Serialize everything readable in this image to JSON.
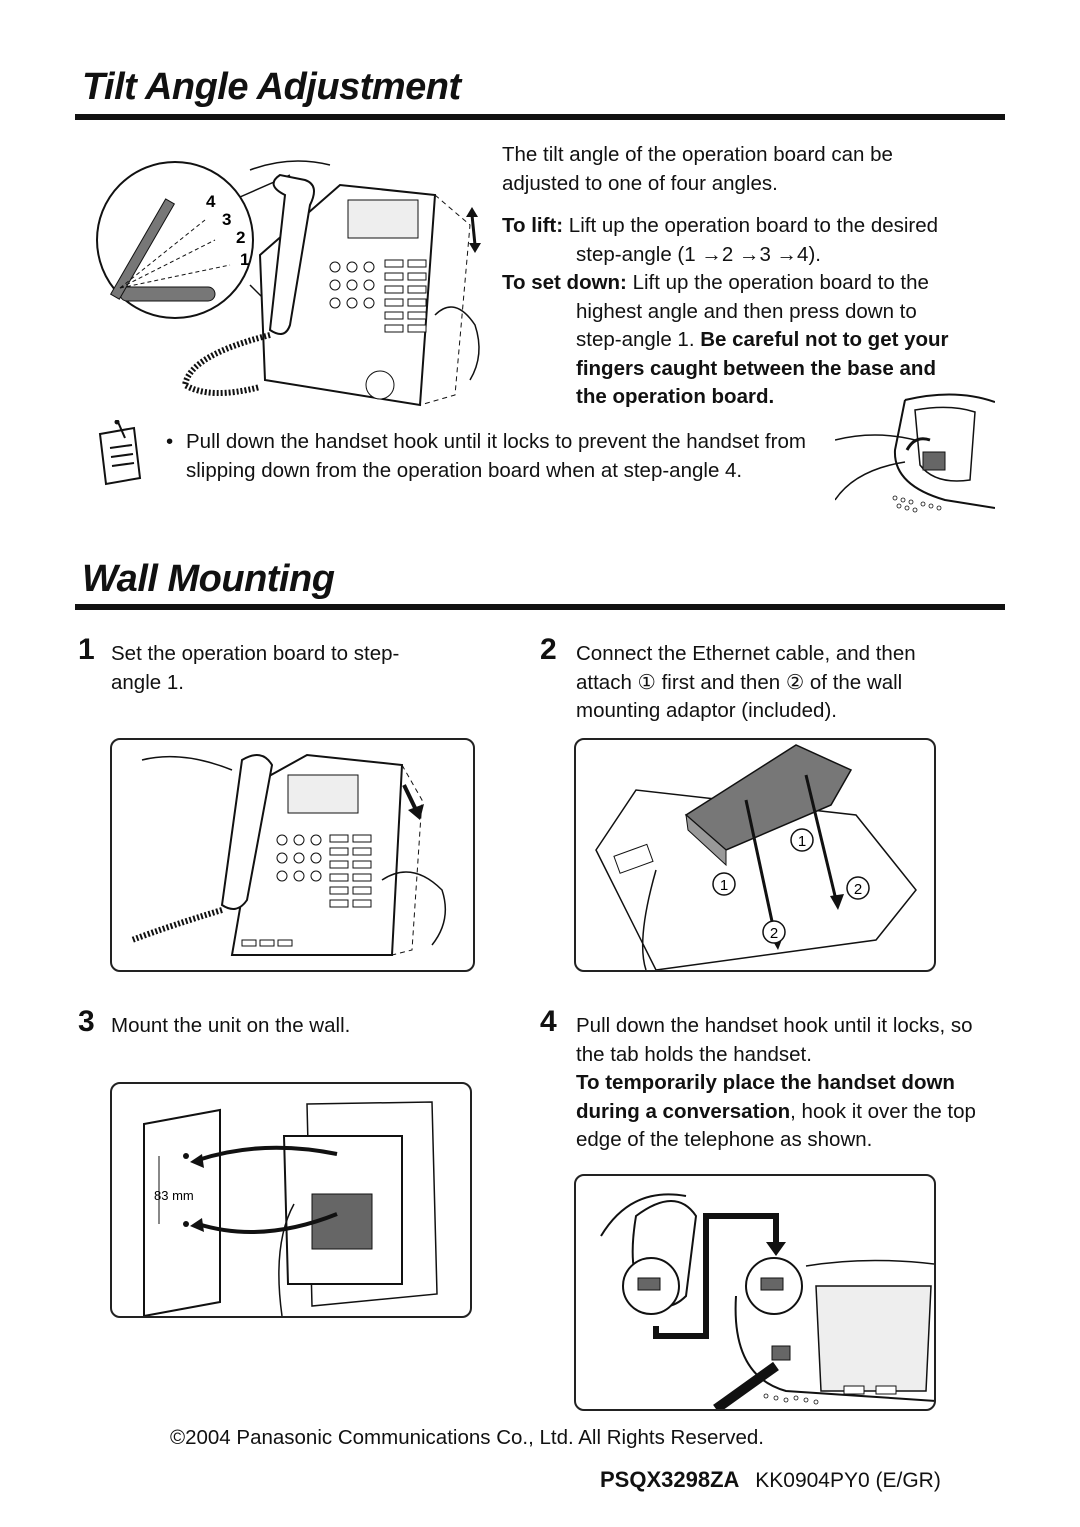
{
  "tilt": {
    "title": "Tilt Angle Adjustment",
    "intro": "The tilt angle of the operation board can be adjusted to one of four angles.",
    "lift_label": "To lift:",
    "lift_text": "Lift up the operation board to the desired",
    "lift_text2": "step-angle (1 →2  →3  →4).",
    "setdown_label": "To set down:",
    "setdown_text": "Lift up the operation board to the",
    "setdown_text2": "highest angle and then press down to",
    "setdown_text3": "step-angle 1.",
    "warning1": "Be careful not to get your",
    "warning2": "fingers caught between the base and",
    "warning3": "the operation board.",
    "angle_labels": [
      "4",
      "3",
      "2",
      "1"
    ],
    "note_bullet": "•",
    "note_text": "Pull down the handset hook until it locks to prevent the handset from slipping down from the operation board when at step-angle 4."
  },
  "wall": {
    "title": "Wall Mounting",
    "steps": [
      {
        "num": "1",
        "text": "Set the operation board to step-angle 1."
      },
      {
        "num": "2",
        "text": "Connect the Ethernet cable, and then attach ① first and then ② of the wall mounting adaptor (included)."
      },
      {
        "num": "3",
        "text": "Mount the unit on the wall."
      },
      {
        "num": "4",
        "text": "Pull down the handset hook until it locks, so the tab holds the handset."
      }
    ],
    "step4_bold": "To temporarily place the handset down during a conversation",
    "step4_rest": ", hook it over the top edge of the telephone as shown.",
    "circle1": "1",
    "circle2": "2",
    "dimension": "83 mm"
  },
  "footer": {
    "copyright": "©2004 Panasonic Communications Co., Ltd. All Rights Reserved.",
    "model": "PSQX3298ZA",
    "code": "KK0904PY0 (E/GR)"
  }
}
